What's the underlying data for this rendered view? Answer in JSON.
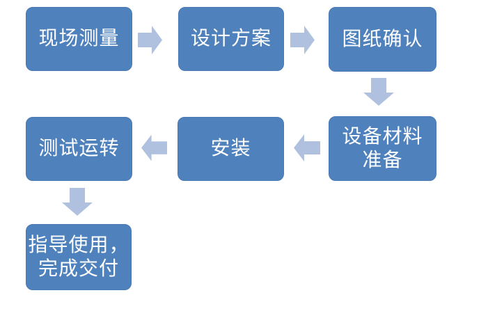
{
  "flow": {
    "colors": {
      "page-bg": "#ffffff",
      "box-fill": "#4f81bd",
      "box-border": "#4a7ab5",
      "arrow-fill": "#b0c1e0",
      "text": "#ffffff"
    },
    "nodes": [
      {
        "id": "onsite-measurement",
        "label": "现场测量"
      },
      {
        "id": "design-plan",
        "label": "设计方案"
      },
      {
        "id": "drawing-confirmation",
        "label": "图纸确认"
      },
      {
        "id": "equipment-material-preparation",
        "label": "设备材料\n准备"
      },
      {
        "id": "installation",
        "label": "安装"
      },
      {
        "id": "test-operation",
        "label": "测试运转"
      },
      {
        "id": "guide-use-complete-delivery",
        "label": "指导使用，\n完成交付"
      }
    ],
    "arrows": [
      {
        "icon": "arrow-right",
        "from": "onsite-measurement",
        "to": "design-plan"
      },
      {
        "icon": "arrow-right",
        "from": "design-plan",
        "to": "drawing-confirmation"
      },
      {
        "icon": "arrow-down",
        "from": "drawing-confirmation",
        "to": "equipment-material-preparation"
      },
      {
        "icon": "arrow-left",
        "from": "equipment-material-preparation",
        "to": "installation"
      },
      {
        "icon": "arrow-left",
        "from": "installation",
        "to": "test-operation"
      },
      {
        "icon": "arrow-down",
        "from": "test-operation",
        "to": "guide-use-complete-delivery"
      }
    ]
  }
}
